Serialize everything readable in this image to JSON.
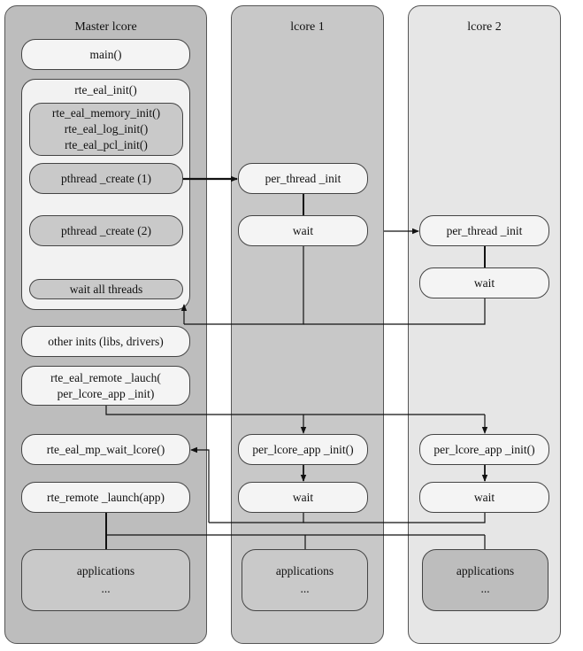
{
  "columns": {
    "master": {
      "title": "Master lcore"
    },
    "lcore1": {
      "title": "lcore 1"
    },
    "lcore2": {
      "title": "lcore 2"
    }
  },
  "master": {
    "main": "main()",
    "eal_init": {
      "title": "rte_eal_init()",
      "sub_inits": "rte_eal_memory_init()\nrte_eal_log_init()\nrte_eal_pcl_init()",
      "pthread_create_1": "pthread _create (1)",
      "pthread_create_2": "pthread _create (2)",
      "wait_all": "wait all threads"
    },
    "other_inits": "other inits (libs, drivers)",
    "remote_launch": "rte_eal_remote _lauch(\nper_lcore_app _init)",
    "mp_wait": "rte_eal_mp_wait_lcore()",
    "remote_launch_app": "rte_remote _launch(app)",
    "applications": {
      "label": "applications",
      "ellipsis": "..."
    }
  },
  "lcore1": {
    "per_thread_init": "per_thread _init",
    "wait1": "wait",
    "per_lcore_app_init": "per_lcore_app _init()",
    "wait2": "wait",
    "applications": {
      "label": "applications",
      "ellipsis": "..."
    }
  },
  "lcore2": {
    "per_thread_init": "per_thread _init",
    "wait1": "wait",
    "per_lcore_app_init": "per_lcore_app _init()",
    "wait2": "wait",
    "applications": {
      "label": "applications",
      "ellipsis": "..."
    }
  },
  "colors": {
    "master_bg": "#bdbdbd",
    "lcore1_bg": "#c8c8c8",
    "lcore2_bg": "#e6e6e6",
    "box_white": "#f4f4f4",
    "box_grey": "#c9c9c9",
    "line": "#111111"
  }
}
